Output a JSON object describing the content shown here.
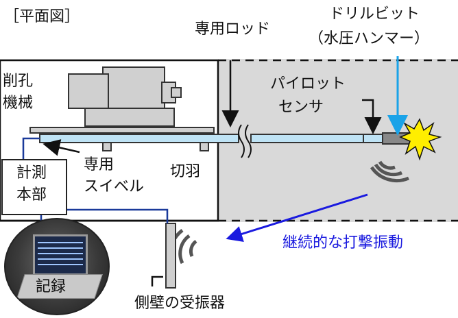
{
  "title": "［平面図］",
  "labels": {
    "rod": "専用ロッド",
    "drill_bit_line1": "ドリルビット",
    "drill_bit_line2": "（水圧ハンマー）",
    "drill_machine_line1": "削孔",
    "drill_machine_line2": "機械",
    "pilot_sensor_line1": "パイロット",
    "pilot_sensor_line2": "センサ",
    "swivel_line1": "専用",
    "swivel_line2": "スイベル",
    "face": "切羽",
    "measurement_line1": "計測",
    "measurement_line2": "本部",
    "vibration": "継続的な打撃振動",
    "record": "記録",
    "sidewall_receiver": "側壁の受振器"
  },
  "colors": {
    "rod_fill": "#bfe3f5",
    "drill_bit_arrow": "#1aa3e8",
    "vibration_arrow": "#1a1adf",
    "cable": "#1a3a9a",
    "tunnel_gray": "#d9d9d9",
    "machine_gray": "#d0d0d0",
    "burst": "#ffee00"
  }
}
